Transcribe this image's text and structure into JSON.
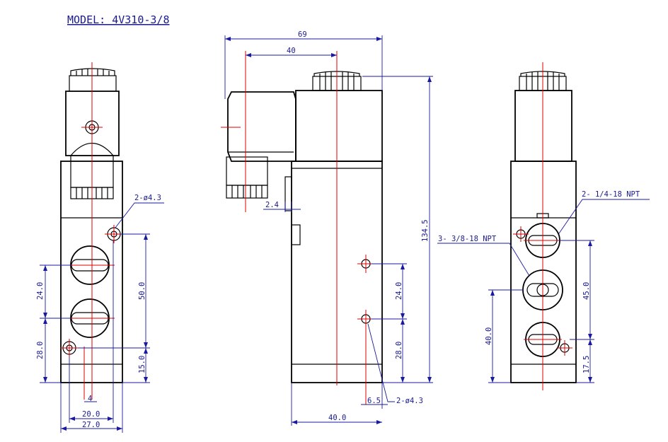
{
  "title": "MODEL: 4V310-3/8",
  "colors": {
    "outline": "#000000",
    "dimension": "#1a1aa0",
    "centerline": "#e00000"
  },
  "front_view": {
    "hole_callout": "2-ø4.3",
    "dim_24": "24.0",
    "dim_28": "28.0",
    "dim_50": "50.0",
    "dim_15": "15.0",
    "dim_4": "4",
    "dim_20": "20.0",
    "dim_27": "27.0"
  },
  "side_view": {
    "dim_69": "69",
    "dim_40_top": "40",
    "dim_2_4": "2.4",
    "dim_134_5": "134.5",
    "dim_24": "24.0",
    "dim_28": "28.0",
    "dim_6_5": "6.5",
    "hole_callout": "2-ø4.3",
    "dim_40_bottom": "40.0"
  },
  "rear_view": {
    "port_callout_small": "2- 1/4-18 NPT",
    "port_callout_large": "3- 3/8-18 NPT",
    "dim_45": "45.0",
    "dim_40": "40.0",
    "dim_17_5": "17.5"
  }
}
